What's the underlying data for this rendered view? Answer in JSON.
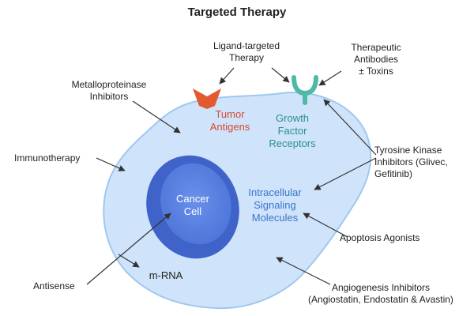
{
  "title": "Targeted Therapy",
  "colors": {
    "cell_fill": "#cfe4fb",
    "cell_stroke": "#9fc8ef",
    "nucleus_outer": "#3f63c9",
    "nucleus_inner": "#5b82e3",
    "tumor_antigen": "#e35a32",
    "growth_receptor": "#4fb9a6",
    "arrow": "#333333",
    "intracellular_text": "#3a74c9",
    "receptor_text": "#2a8f8c"
  },
  "labels": {
    "ligand_targeted": [
      "Ligand-targeted",
      "Therapy"
    ],
    "therapeutic_antibodies": [
      "Therapeutic",
      "Antibodies",
      "± Toxins"
    ],
    "metalloproteinase": [
      "Metalloproteinase",
      "Inhibitors"
    ],
    "immunotherapy": "Immunotherapy",
    "tyrosine_kinase": [
      "Tyrosine Kinase",
      "Inhibitors (Glivec,",
      "Gefitinib)"
    ],
    "apoptosis": "Apoptosis Agonists",
    "antisense": "Antisense",
    "angiogenesis": [
      "Angiogenesis Inhibitors",
      "(Angiostatin, Endostatin & Avastin)"
    ]
  },
  "cell_labels": {
    "tumor_antigens": [
      "Tumor",
      "Antigens"
    ],
    "growth_factor_receptors": [
      "Growth",
      "Factor",
      "Receptors"
    ],
    "cancer_cell": [
      "Cancer",
      "Cell"
    ],
    "intracellular": [
      "Intracellular",
      "Signaling",
      "Molecules"
    ],
    "mrna": "m-RNA"
  }
}
